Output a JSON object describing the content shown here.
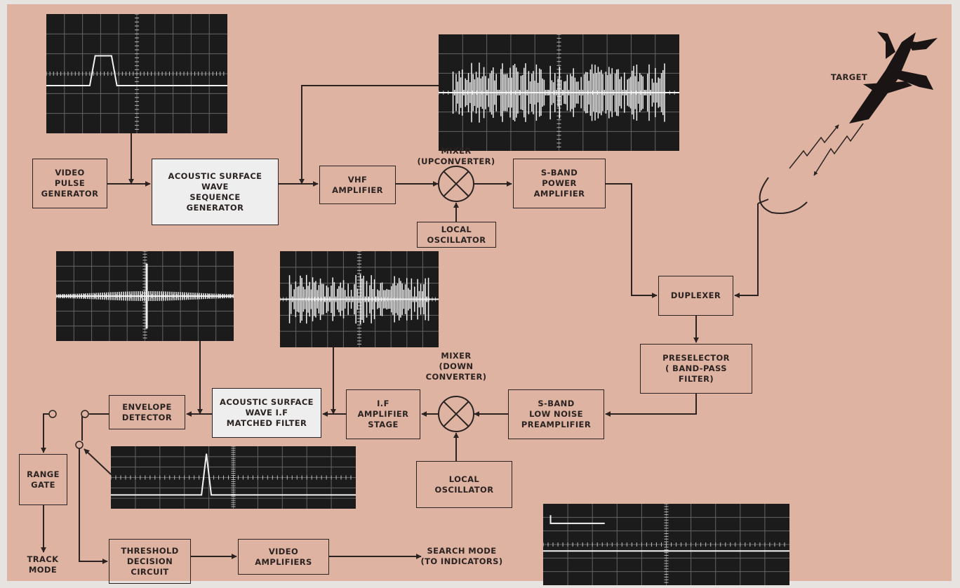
{
  "blocks": {
    "video_pulse_generator": "VIDEO\nPULSE\nGENERATOR",
    "acoustic_sequence_generator": "ACOUSTIC SURFACE\nWAVE\nSEQUENCE\nGENERATOR",
    "vhf_amplifier": "VHF\nAMPLIFIER",
    "s_band_power_amplifier": "S-BAND\nPOWER\nAMPLIFIER",
    "local_oscillator_top": "LOCAL\nOSCILLATOR",
    "duplexer": "DUPLEXER",
    "preselector": "PRESELECTOR\n( BAND-PASS\nFILTER)",
    "s_band_lna": "S-BAND\nLOW NOISE\nPREAMPLIFIER",
    "local_oscillator_bottom": "LOCAL\nOSCILLATOR",
    "if_amplifier": "I.F\nAMPLIFIER\nSTAGE",
    "matched_filter": "ACOUSTIC SURFACE\nWAVE I.F\nMATCHED FILTER",
    "envelope_detector": "ENVELOPE\nDETECTOR",
    "range_gate": "RANGE\nGATE",
    "threshold_circuit": "THRESHOLD\nDECISION\nCIRCUIT",
    "video_amplifiers": "VIDEO\nAMPLIFIERS"
  },
  "labels": {
    "mixer_up": "MIXER\n(UPCONVERTER)",
    "mixer_down": "MIXER\n(DOWN\nCONVERTER)",
    "target": "TARGET",
    "track_mode": "TRACK\nMODE",
    "search_mode": "SEARCH MODE\n(TO INDICATORS)"
  },
  "colors": {
    "background": "#deb3a2",
    "ink": "#2b2321",
    "highlight_block": "#eeeeee",
    "scope_screen": "#1c1b1b",
    "scope_trace": "#f2f2f2"
  },
  "icons": {
    "target": "jet-aircraft-icon",
    "antenna": "radar-dish-icon",
    "mixer": "mixer-circle-x-icon"
  }
}
